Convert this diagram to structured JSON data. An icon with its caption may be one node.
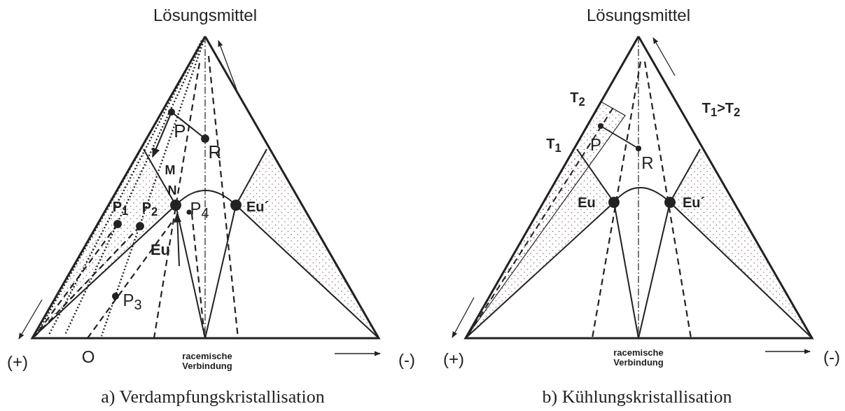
{
  "diagram": {
    "labels": [
      "Lösungsmittel",
      "P",
      "R",
      "M",
      "N",
      "P$_{1}$",
      "P$_{2}$",
      "P$_{4}$",
      "Eu´",
      "Eu",
      "P$_{3}$",
      "(+)",
      "O",
      "racemische Verbindung",
      "(-)",
      "a) Verdampfungskristallisation",
      "Lösungsmittel",
      "T$_{2}$",
      "T$_{1}$>T$_{2}$",
      "T$_{1}$",
      "P",
      "R",
      "Eu",
      "Eu´",
      "(+)",
      "racemische Verbindung",
      "(-)",
      "b) Kühlungskristallisation"
    ]
  }
}
